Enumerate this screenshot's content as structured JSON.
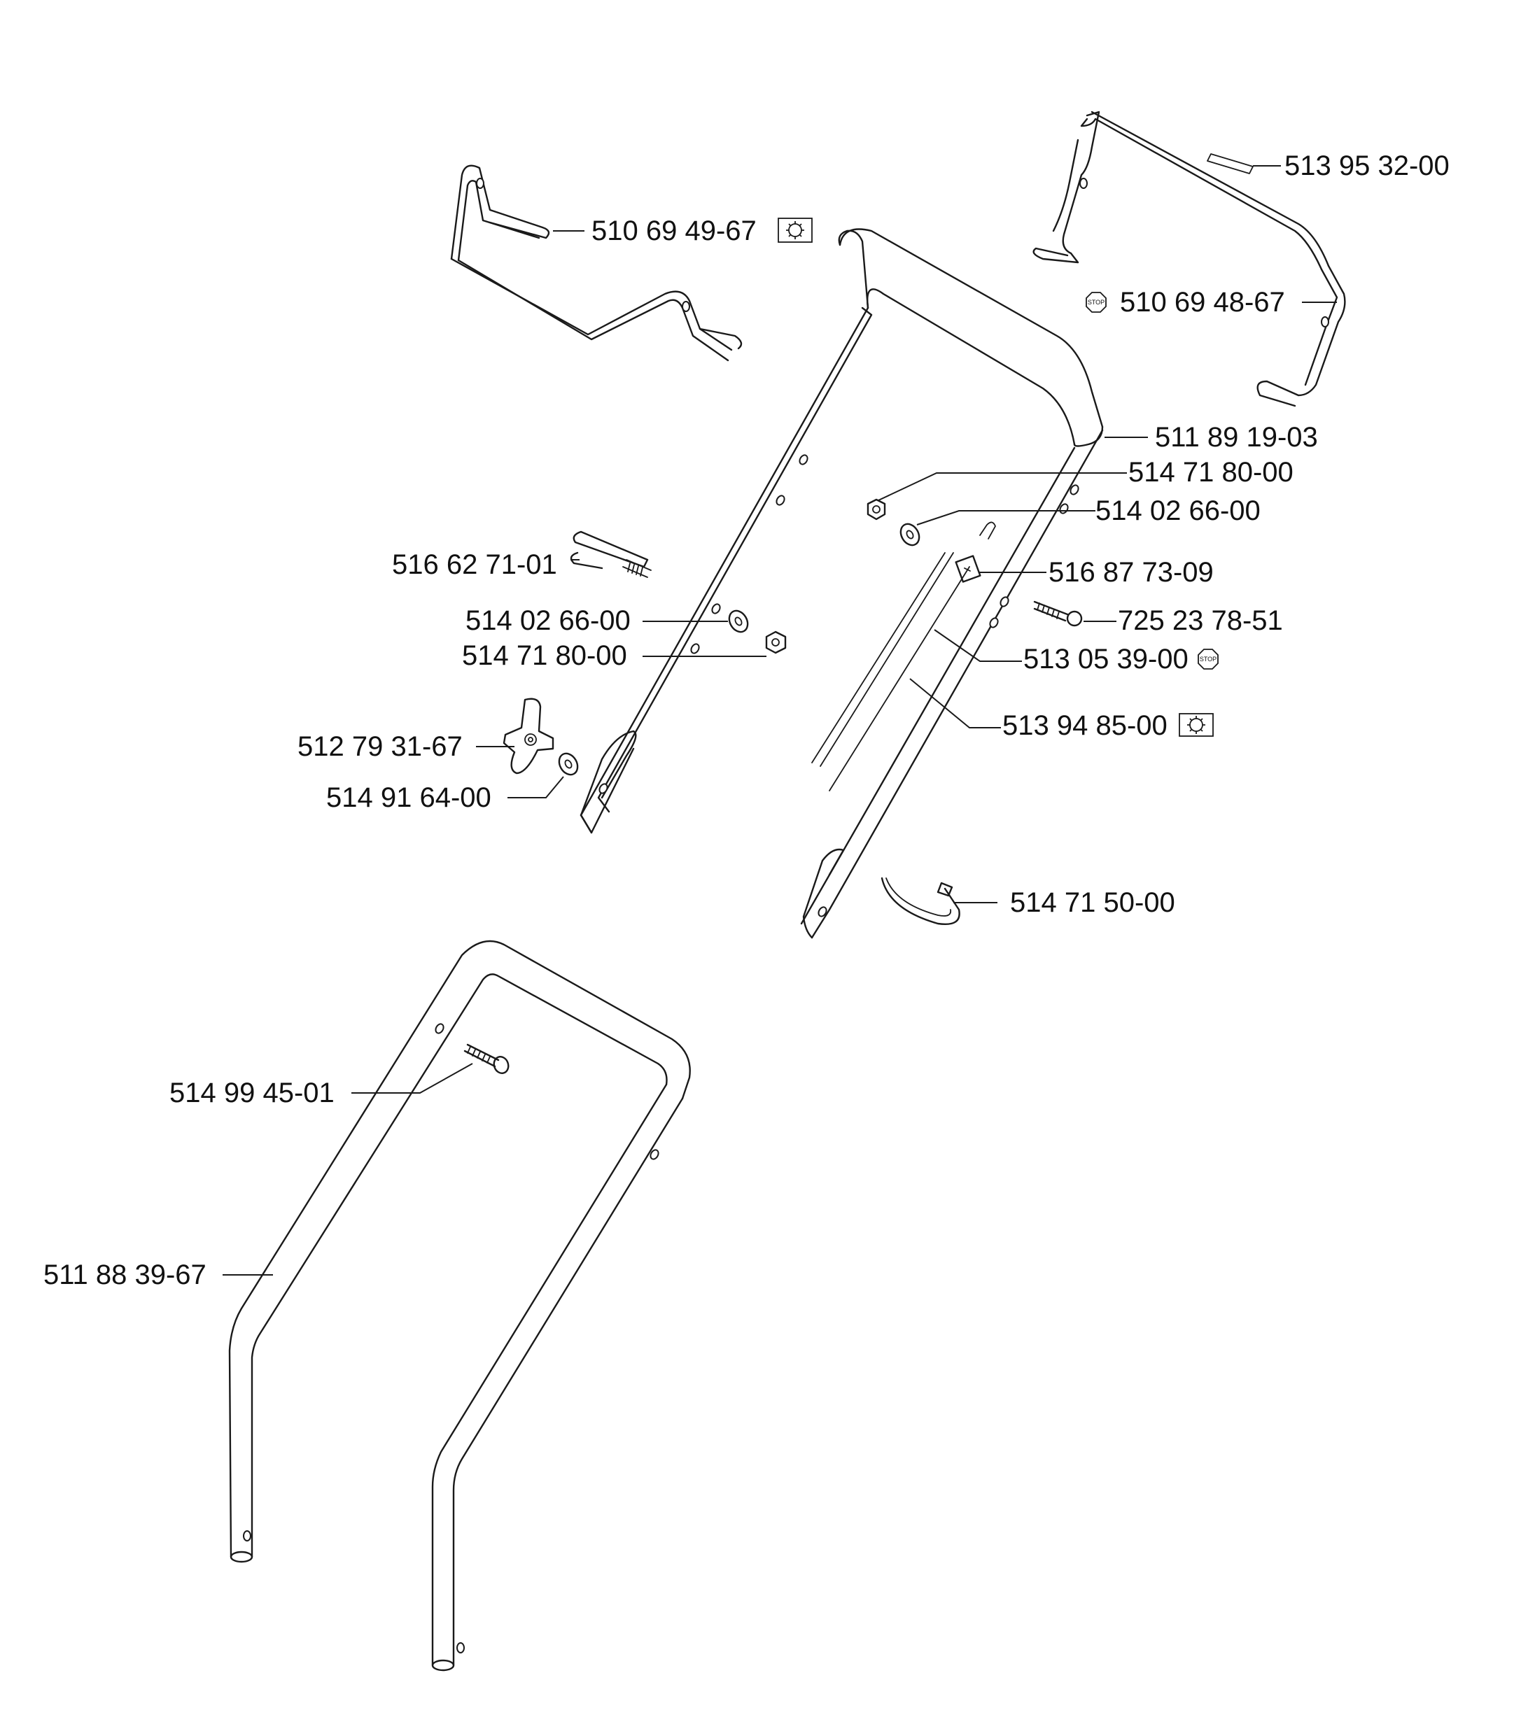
{
  "labels": {
    "p_513_95_32_00": "513 95 32-00",
    "p_510_69_49_67": "510 69 49-67",
    "p_510_69_48_67": "510 69 48-67",
    "p_511_89_19_03": "511 89 19-03",
    "p_514_71_80_00_a": "514 71 80-00",
    "p_514_02_66_00_a": "514 02 66-00",
    "p_516_62_71_01": "516 62 71-01",
    "p_516_87_73_09": "516 87 73-09",
    "p_725_23_78_51": "725 23 78-51",
    "p_514_02_66_00_b": "514 02 66-00",
    "p_513_05_39_00": "513 05 39-00",
    "p_514_71_80_00_b": "514 71 80-00",
    "p_513_94_85_00": "513 94 85-00",
    "p_512_79_31_67": "512 79 31-67",
    "p_514_91_64_00": "514 91 64-00",
    "p_514_71_50_00": "514 71 50-00",
    "p_514_99_45_01": "514 99 45-01",
    "p_511_88_39_67": "511 88 39-67"
  },
  "symbols": {
    "stop_text": "STOP",
    "stop_icon": "stop-octagon-icon",
    "gear_icon": "gear-box-icon"
  }
}
